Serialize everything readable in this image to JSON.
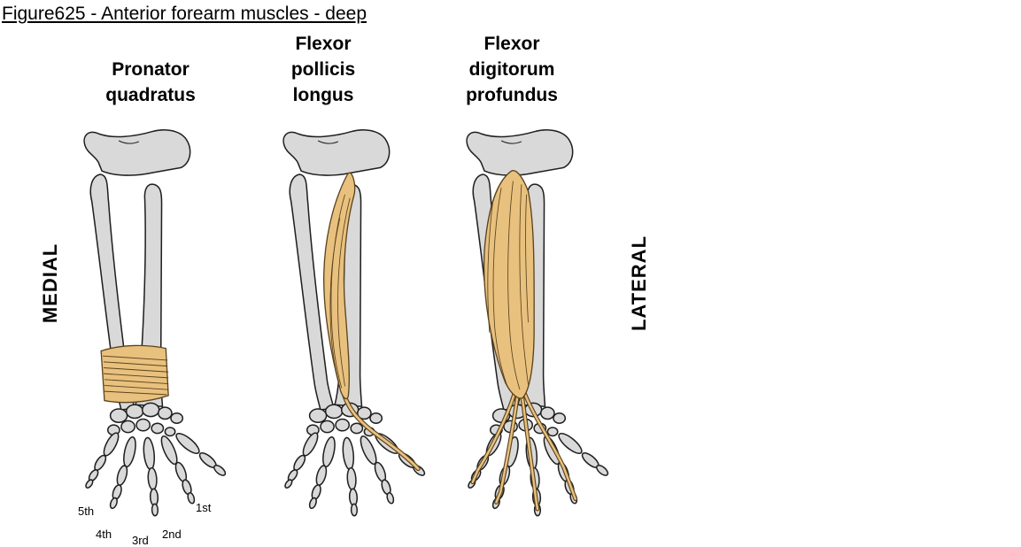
{
  "figure": {
    "title": "Figure625 - Anterior forearm muscles - deep"
  },
  "side_labels": {
    "left": "MEDIAL",
    "right": "LATERAL"
  },
  "panels": [
    {
      "id": "pronator-quadratus",
      "label": "Pronator\nquadratus"
    },
    {
      "id": "flexor-pollicis-longus",
      "label": "Flexor\npollicis\nlongus"
    },
    {
      "id": "flexor-digitorum-profundus",
      "label": "Flexor\ndigitorum\nprofundus"
    }
  ],
  "finger_labels": [
    "5th",
    "4th",
    "3rd",
    "2nd",
    "1st"
  ],
  "colors": {
    "background": "#ffffff",
    "bone": "#d9d9d9",
    "outline": "#1f1f1f",
    "muscle": "#e9c17e",
    "muscle_stroke": "#5a431e"
  }
}
